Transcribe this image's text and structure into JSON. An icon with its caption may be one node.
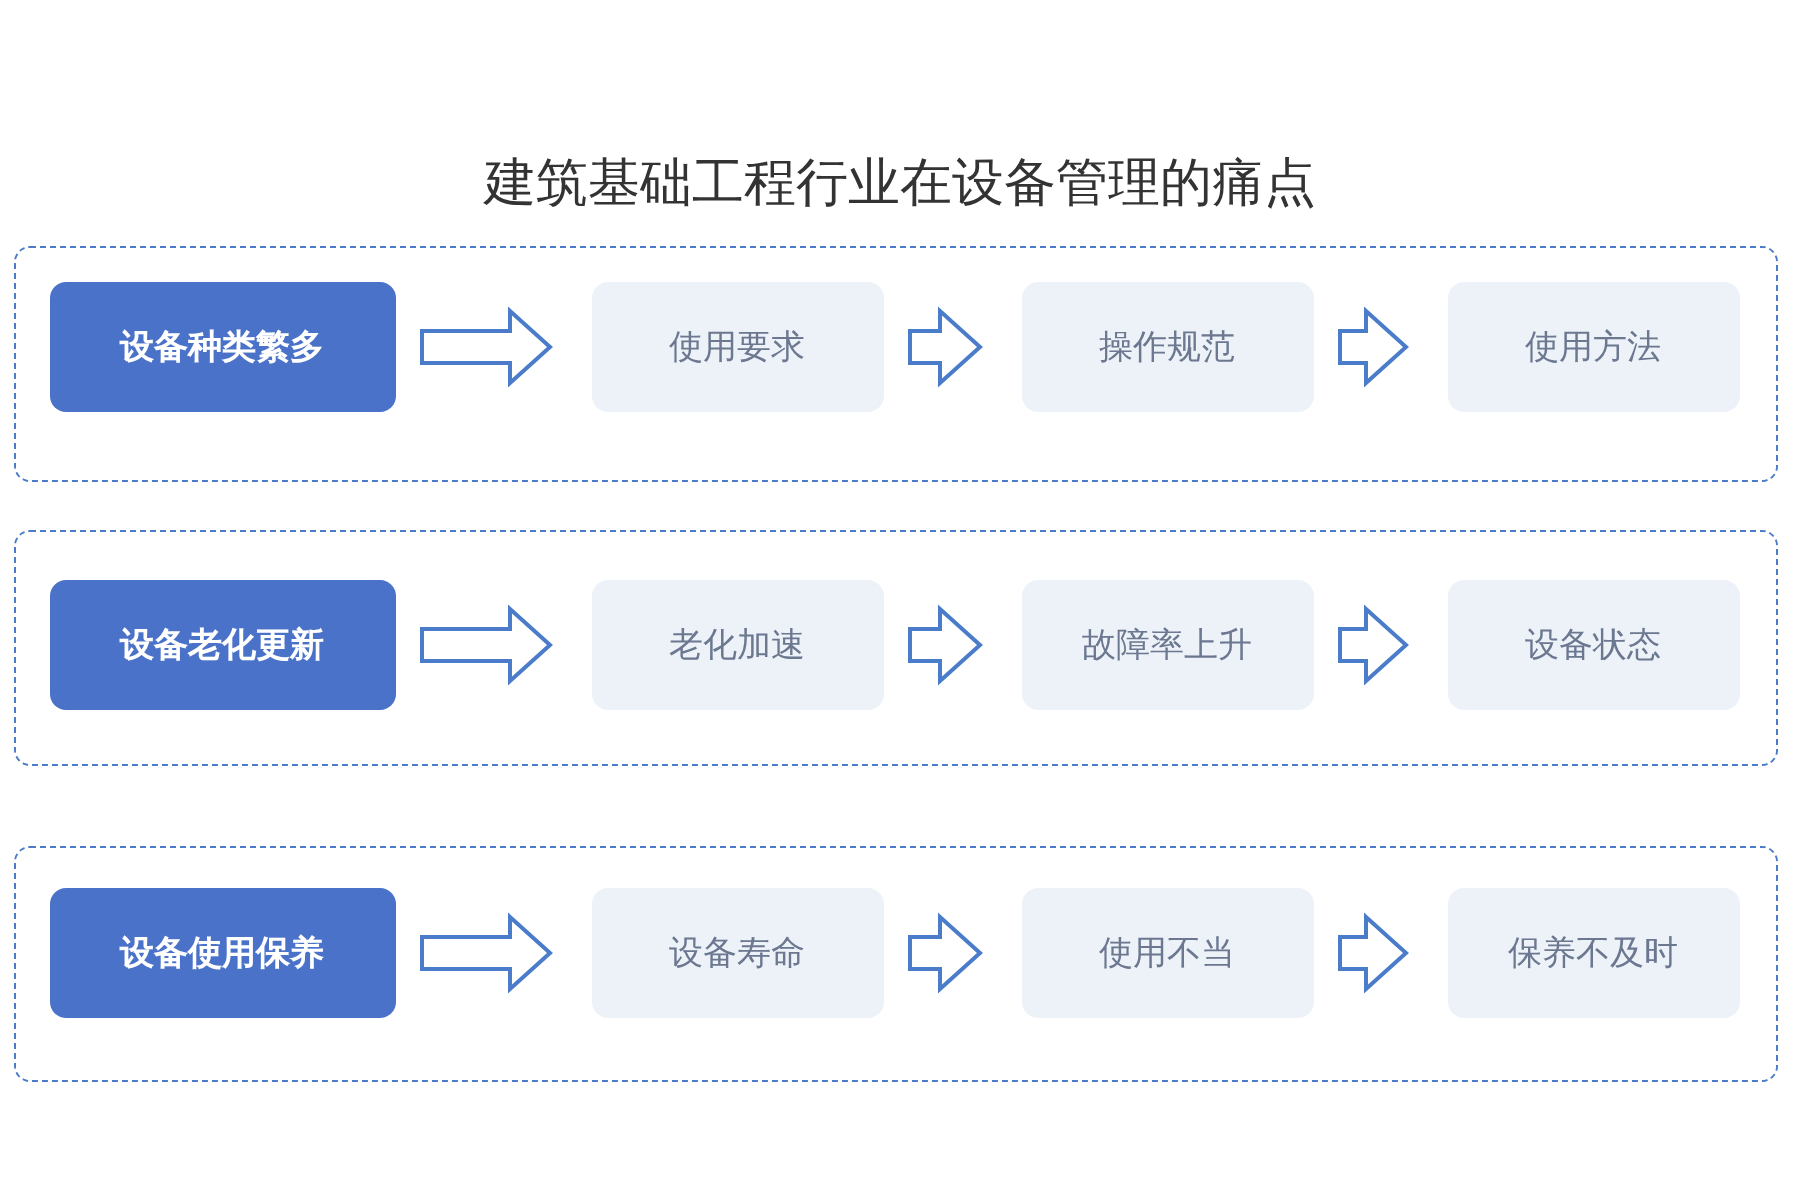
{
  "diagram": {
    "title": "建筑基础工程行业在设备管理的痛点",
    "nodes": [
      {
        "text": [],
        "shape": "box"
      },
      {
        "text": [
          "设备种类繁多"
        ],
        "in": 0
      },
      {
        "text": [
          "使用要求"
        ],
        "in": 0
      },
      {
        "text": [
          "操作规范"
        ],
        "in": 0
      },
      {
        "text": [
          "使用方法"
        ],
        "in": 0
      },
      {
        "text": [],
        "shape": "box"
      },
      {
        "text": [
          "设备老化更新"
        ],
        "in": 5
      },
      {
        "text": [
          "老化加速"
        ],
        "in": 5
      },
      {
        "text": [
          "故障率上升"
        ],
        "in": 5
      },
      {
        "text": [
          "设备状态"
        ],
        "in": 5
      },
      {
        "text": [],
        "shape": "box"
      },
      {
        "text": [
          "设备使用保养"
        ],
        "in": 10
      },
      {
        "text": [
          "设备寿命"
        ],
        "in": 10
      },
      {
        "text": [
          "使用不当"
        ],
        "in": 10
      },
      {
        "text": [
          "保养不及时"
        ],
        "in": 10
      }
    ],
    "edges": [
      {
        "from": 1,
        "to": 2,
        "arrow": "to"
      },
      {
        "from": 2,
        "to": 3,
        "arrow": "to"
      },
      {
        "from": 3,
        "to": 4,
        "arrow": "to"
      },
      {
        "from": 6,
        "to": 7,
        "arrow": "to"
      },
      {
        "from": 7,
        "to": 8,
        "arrow": "to"
      },
      {
        "from": 8,
        "to": 9,
        "arrow": "to"
      },
      {
        "from": 11,
        "to": 12,
        "arrow": "to"
      },
      {
        "from": 12,
        "to": 13,
        "arrow": "to"
      },
      {
        "from": 13,
        "to": 14,
        "arrow": "to"
      }
    ]
  }
}
